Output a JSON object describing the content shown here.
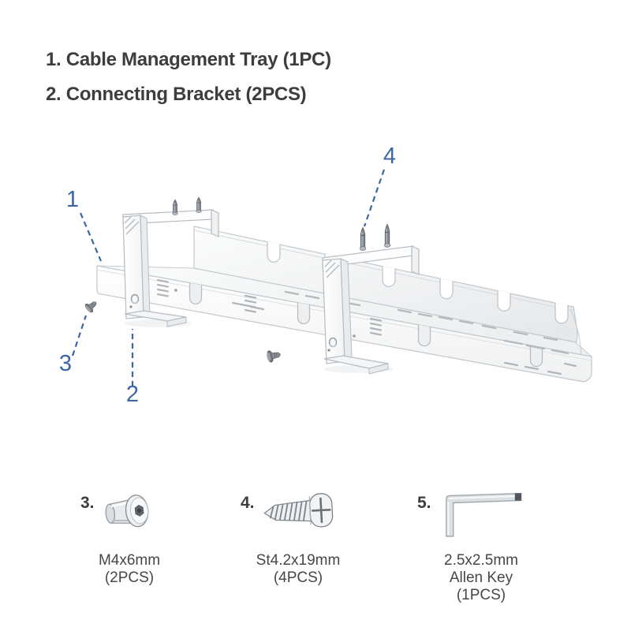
{
  "header": {
    "line1": "1. Cable Management Tray (1PC)",
    "line2": "2. Connecting Bracket (2PCS)"
  },
  "diagram": {
    "callouts": [
      {
        "label": "1",
        "points_to": "cable-management-tray"
      },
      {
        "label": "2",
        "points_to": "connecting-bracket"
      },
      {
        "label": "3",
        "points_to": "m4-screw"
      },
      {
        "label": "4",
        "points_to": "st-screws"
      }
    ]
  },
  "parts": [
    {
      "number": "3.",
      "line1": "M4x6mm",
      "line2": "",
      "qty": "(2PCS)"
    },
    {
      "number": "4.",
      "line1": "St4.2x19mm",
      "line2": "",
      "qty": "(4PCS)"
    },
    {
      "number": "5.",
      "line1": "2.5x2.5mm",
      "line2": "Allen Key",
      "qty": "(1PCS)"
    }
  ],
  "colors": {
    "callout_blue": "#3d66a6",
    "heading_text": "#3d3d3d",
    "label_text": "#474747",
    "outline_gray": "#c2c8cd",
    "metal_gray": "#8f959b"
  }
}
